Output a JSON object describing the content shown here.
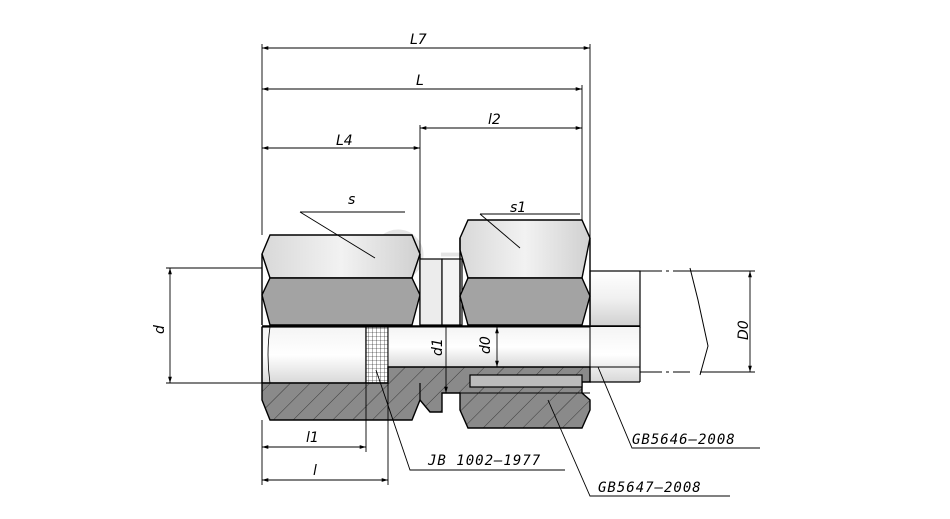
{
  "watermark": {
    "text": "一商城"
  },
  "dimensions": {
    "L7": "L7",
    "L": "L",
    "L4": "L4",
    "l2": "l2",
    "s": "s",
    "s1": "s1",
    "d": "d",
    "d1": "d1",
    "d0": "d0",
    "D0": "D0",
    "l1": "l1",
    "l": "l"
  },
  "references": {
    "jb": "JB 1002—1977",
    "gb5646": "GB5646—2008",
    "gb5647": "GB5647—2008"
  },
  "colors": {
    "nut_light": "#dcdcdc",
    "nut_dark": "#a3a3a3",
    "section": "#8a8a8a",
    "bore": "#e4e4e4",
    "line": "#000000"
  }
}
